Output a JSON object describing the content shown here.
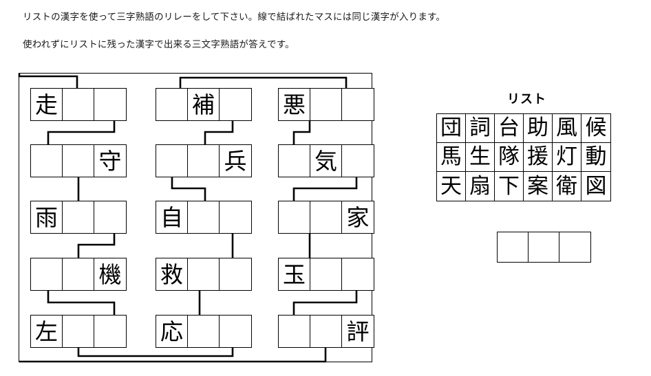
{
  "instructions": {
    "line1": "リストの漢字を使って三字熟語のリレーをして下さい。線で結ばれたマスには同じ漢字が入ります。",
    "line2": "使われずにリストに残った漢字で出来る三文字熟語が答えです。"
  },
  "puzzle": {
    "columns": [
      {
        "id": "left",
        "rows": [
          {
            "cells": [
              "走",
              "",
              ""
            ]
          },
          {
            "cells": [
              "",
              "",
              "守"
            ]
          },
          {
            "cells": [
              "雨",
              "",
              ""
            ]
          },
          {
            "cells": [
              "",
              "",
              "機"
            ]
          },
          {
            "cells": [
              "左",
              "",
              ""
            ]
          }
        ]
      },
      {
        "id": "middle",
        "rows": [
          {
            "cells": [
              "",
              "補",
              ""
            ]
          },
          {
            "cells": [
              "",
              "",
              "兵"
            ]
          },
          {
            "cells": [
              "自",
              "",
              ""
            ]
          },
          {
            "cells": [
              "救",
              "",
              ""
            ]
          },
          {
            "cells": [
              "応",
              "",
              ""
            ]
          }
        ]
      },
      {
        "id": "right",
        "rows": [
          {
            "cells": [
              "悪",
              "",
              ""
            ]
          },
          {
            "cells": [
              "",
              "気",
              ""
            ]
          },
          {
            "cells": [
              "",
              "",
              "家"
            ]
          },
          {
            "cells": [
              "玉",
              "",
              ""
            ]
          },
          {
            "cells": [
              "",
              "",
              "評"
            ]
          }
        ]
      }
    ]
  },
  "list": {
    "title": "リスト",
    "rows": [
      [
        "団",
        "詞",
        "台",
        "助",
        "風",
        "候"
      ],
      [
        "馬",
        "生",
        "隊",
        "援",
        "灯",
        "動"
      ],
      [
        "天",
        "扇",
        "下",
        "案",
        "衛",
        "図"
      ]
    ]
  },
  "answer": {
    "cells": [
      "",
      "",
      ""
    ]
  },
  "colors": {
    "ink": "#000000",
    "paper": "#ffffff",
    "text": "#1a1a1a"
  }
}
